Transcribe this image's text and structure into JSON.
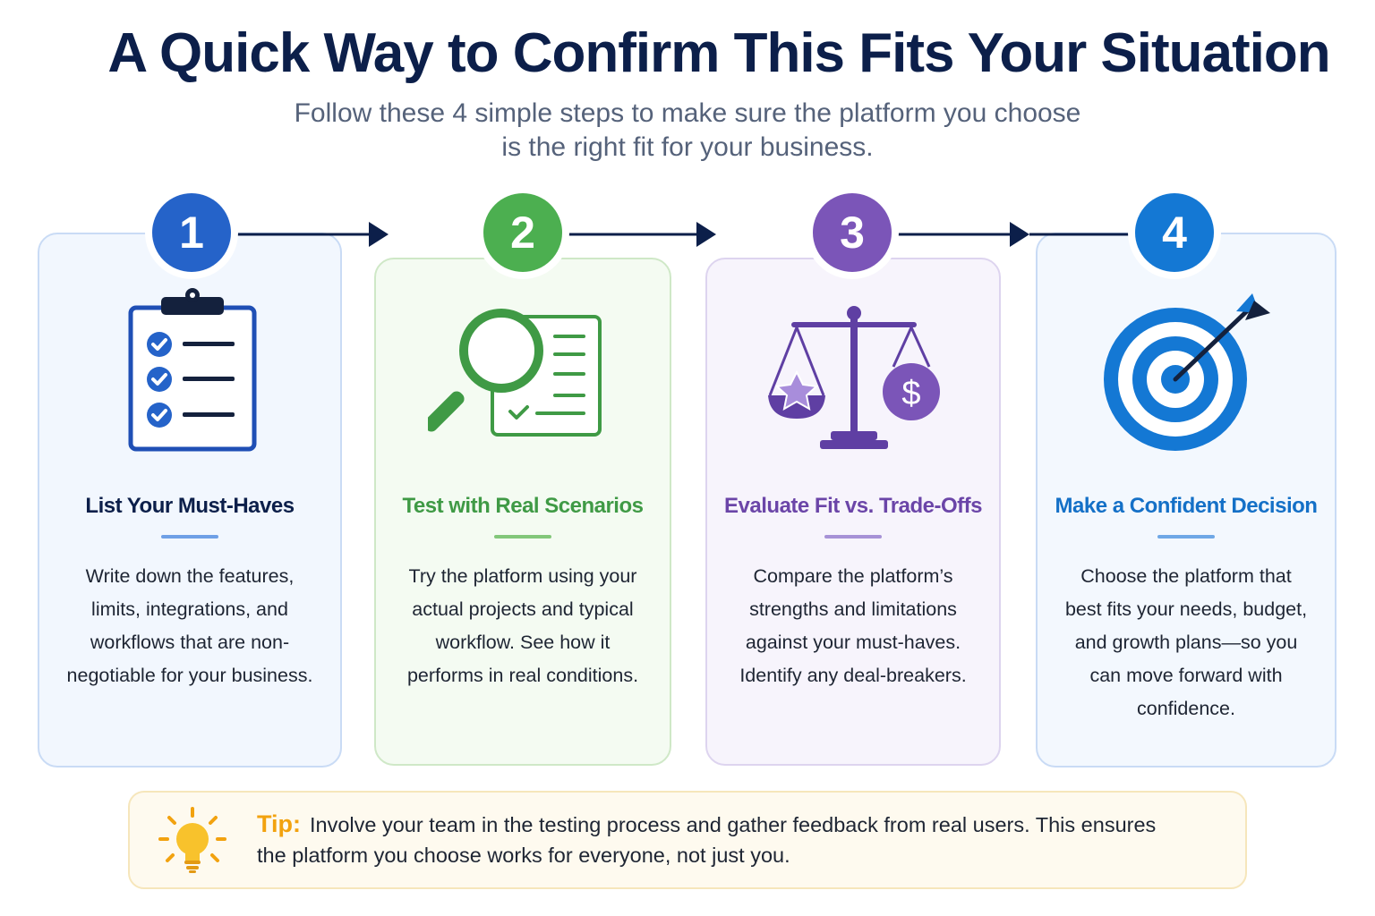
{
  "header": {
    "title": "A Quick Way to Confirm This Fits Your Situation",
    "subtitle_line1": "Follow these 4 simple steps to make sure the platform you choose",
    "subtitle_line2": "is the right fit for your business."
  },
  "colors": {
    "navy": "#0c1f4a",
    "step1": "#2563c9",
    "step2": "#4caf50",
    "step3": "#7b55b8",
    "step4": "#1478d4",
    "tip_label": "#f2a20f"
  },
  "steps": [
    {
      "number": "1",
      "icon": "clipboard-checklist-icon",
      "title": "List Your Must-Haves",
      "body": [
        "Write down the features,",
        "limits, integrations, and",
        "workflows that are non-",
        "negotiable for your business."
      ]
    },
    {
      "number": "2",
      "icon": "magnifier-document-icon",
      "title": "Test with Real Scenarios",
      "body": [
        "Try the platform using your",
        "actual projects and typical",
        "workflow. See how it",
        "performs in real conditions."
      ]
    },
    {
      "number": "3",
      "icon": "balance-scale-icon",
      "title": "Evaluate Fit vs. Trade-Offs",
      "body": [
        "Compare the platform’s",
        "strengths and limitations",
        "against your must-haves.",
        "Identify any deal-breakers."
      ]
    },
    {
      "number": "4",
      "icon": "target-arrow-icon",
      "title": "Make a Confident Decision",
      "body": [
        "Choose the platform that",
        "best fits your needs, budget,",
        "and growth plans—so you",
        "can move forward with",
        "confidence."
      ]
    }
  ],
  "tip": {
    "icon": "lightbulb-icon",
    "label": "Tip:",
    "text_line1": "Involve your team in the testing process and gather feedback from real users. This ensures",
    "text_line2": "the platform you choose works for everyone, not just you."
  }
}
